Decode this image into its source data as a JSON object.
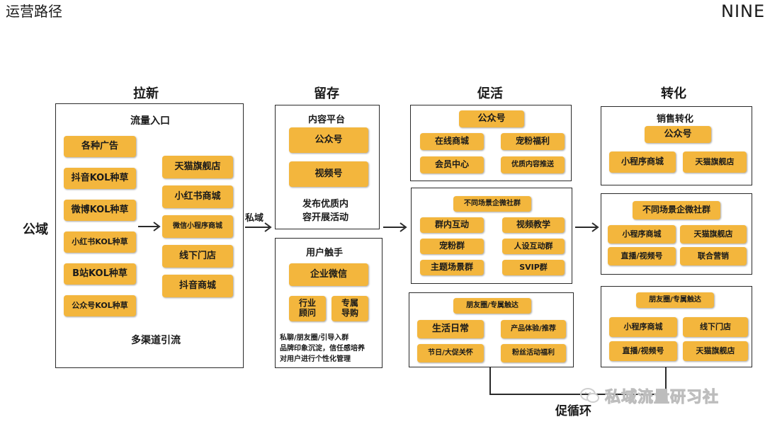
{
  "header": {
    "title": "运营路径",
    "brand": "NINE"
  },
  "stages": {
    "lanxin": "拉新",
    "liucun": "留存",
    "cuohuo": "促活",
    "zhuanhua": "转化"
  },
  "side": {
    "public": "公域",
    "private": "私域"
  },
  "lanxin": {
    "heading": "流量入口",
    "left_items": [
      "各种广告",
      "抖音KOL种草",
      "微博KOL种草",
      "小红书KOL种草",
      "B站KOL种草",
      "公众号KOL种草"
    ],
    "right_items": [
      "天猫旗舰店",
      "小红书商城",
      "微信小程序商城",
      "线下门店",
      "抖音商城"
    ],
    "footer": "多渠道引流"
  },
  "liucun": {
    "content_heading": "内容平台",
    "content_items": [
      "公众号",
      "视频号"
    ],
    "content_note_1": "发布优质内",
    "content_note_2": "容开展活动",
    "touch_heading": "用户触手",
    "touch_main": "企业微信",
    "touch_a_1": "行业",
    "touch_a_2": "顾问",
    "touch_b_1": "专属",
    "touch_b_2": "导购",
    "touch_note_1": "私聊/朋友圈/引导入群",
    "touch_note_2": "品牌印象沉淀，信任感培养",
    "touch_note_3": "对用户进行个性化管理"
  },
  "cuohuo": {
    "box1_head": "公众号",
    "box1_items": [
      "在线商城",
      "宠粉福利",
      "会员中心",
      "优质内容推送"
    ],
    "box2_head": "不同场景企微社群",
    "box2_items": [
      "群内互动",
      "视频教学",
      "宠粉群",
      "人设互动群",
      "主题场景群",
      "SVIP群"
    ],
    "box3_head": "朋友圈/专属触达",
    "box3_items": [
      "生活日常",
      "产品体验/推荐",
      "节日/大促关怀",
      "粉丝活动福利"
    ],
    "loop_label": "促循环"
  },
  "zhuanhua": {
    "box1_title": "销售转化",
    "box1_head": "公众号",
    "box1_items": [
      "小程序商城",
      "天猫旗舰店"
    ],
    "box2_head": "不同场景企微社群",
    "box2_items": [
      "小程序商城",
      "天猫旗舰店",
      "直播/视频号",
      "联合营销"
    ],
    "box3_head": "朋友圈/专属触达",
    "box3_items": [
      "小程序商城",
      "线下门店",
      "直播/视频号",
      "天猫旗舰店"
    ]
  },
  "watermark": {
    "text": "私域流量研习社"
  },
  "colors": {
    "pill": "#f3b63d",
    "border": "#2a2a2a"
  }
}
